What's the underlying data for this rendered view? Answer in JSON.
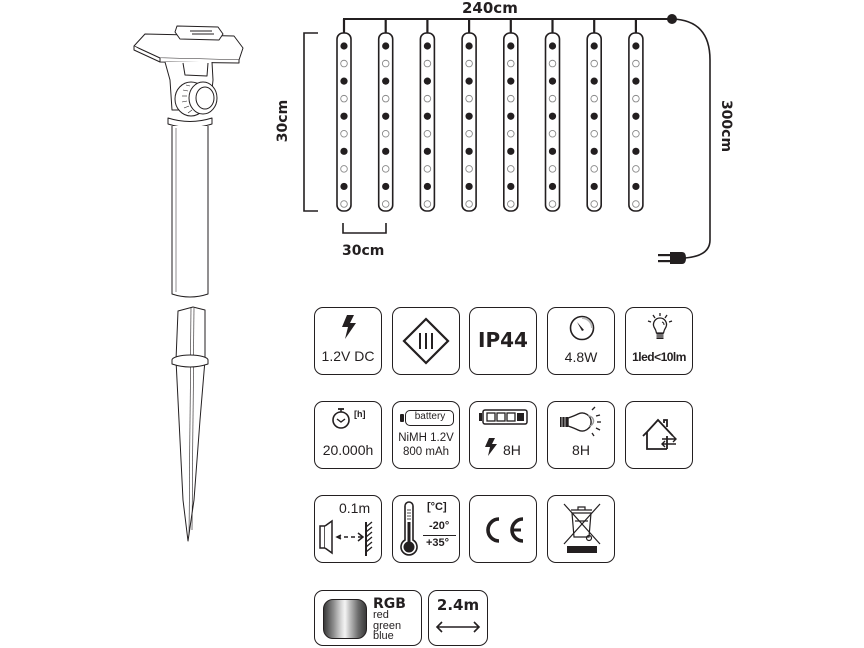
{
  "product": {
    "name": "Solar curtain LED light with ground stake",
    "parts": [
      "solar-panel-head",
      "tube-pole",
      "ground-stake"
    ]
  },
  "dimensions": {
    "width_label": "240cm",
    "strand_length_label": "30cm",
    "strand_spacing_label": "30cm",
    "lead_cable_label": "300cm",
    "strand_count": 8,
    "leds_per_strand": 10
  },
  "specs": [
    {
      "id": "voltage",
      "icon": "lightning-icon",
      "label": "1.2V DC"
    },
    {
      "id": "protection-class",
      "icon": "class-iii-icon",
      "label": "III"
    },
    {
      "id": "ip-rating",
      "icon": "ip-icon",
      "label": "IP44"
    },
    {
      "id": "power",
      "icon": "power-meter-icon",
      "label": "4.8W"
    },
    {
      "id": "luminous",
      "icon": "bulb-icon",
      "label": "1led<10lm"
    },
    {
      "id": "lifetime",
      "icon": "stopwatch-icon",
      "unit": "[h]",
      "label": "20.000h"
    },
    {
      "id": "battery",
      "icon": "battery-icon",
      "tag": "battery",
      "line1": "NiMH 1.2V",
      "line2": "800 mAh"
    },
    {
      "id": "charge-time",
      "icon": "battery-charge-icon",
      "label": "8H"
    },
    {
      "id": "light-time",
      "icon": "bulb-lit-icon",
      "label": "8H"
    },
    {
      "id": "indoor-outdoor",
      "icon": "house-in-out-icon",
      "label": ""
    },
    {
      "id": "min-distance",
      "icon": "distance-icon",
      "label": "0.1m"
    },
    {
      "id": "temperature",
      "icon": "thermometer-icon",
      "unit": "[°C]",
      "min": "-20°",
      "max": "+35°"
    },
    {
      "id": "ce",
      "icon": "ce-mark-icon",
      "label": "CE"
    },
    {
      "id": "weee",
      "icon": "crossed-bin-icon",
      "label": ""
    },
    {
      "id": "color",
      "icon": "rgb-swatch-icon",
      "title": "RGB",
      "colors": [
        "red",
        "green",
        "blue"
      ]
    },
    {
      "id": "cable-length",
      "icon": "double-arrow-icon",
      "label": "2.4m"
    }
  ]
}
